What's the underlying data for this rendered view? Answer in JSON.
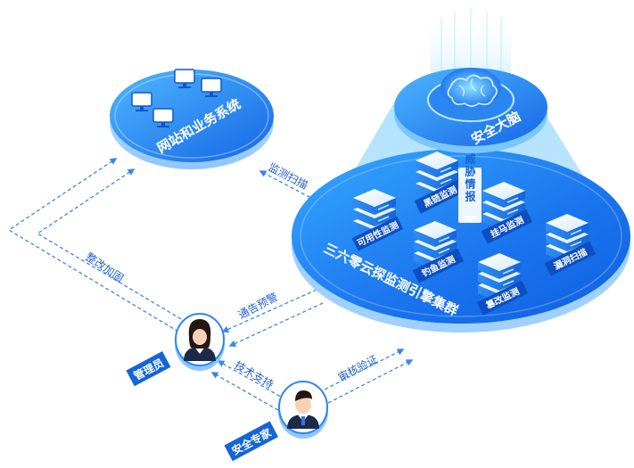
{
  "nodes": {
    "business": "网站和业务系统",
    "brain": "安全大脑",
    "cluster": "三六零云探监测引擎集群"
  },
  "servers": {
    "availability": "可用性监测",
    "blacklink": "黑链监测",
    "phishing": "钓鱼监测",
    "trojan": "挂马监测",
    "tamper": "篡改监测",
    "vuln": "漏洞扫描"
  },
  "edges": {
    "threat_intel": "威胁情报",
    "monitor_scan": "监测扫描",
    "rectify": "整改加固",
    "alert": "通告预警",
    "tech_support": "技术支持",
    "review": "审核验证"
  },
  "roles": {
    "admin": "管理员",
    "expert": "安全专家"
  },
  "colors": {
    "primary": "#1677f0",
    "light": "#5cc7ff",
    "dark": "#0a3fbf",
    "label_bg": "#1565d8",
    "line": "#3a86e6"
  }
}
